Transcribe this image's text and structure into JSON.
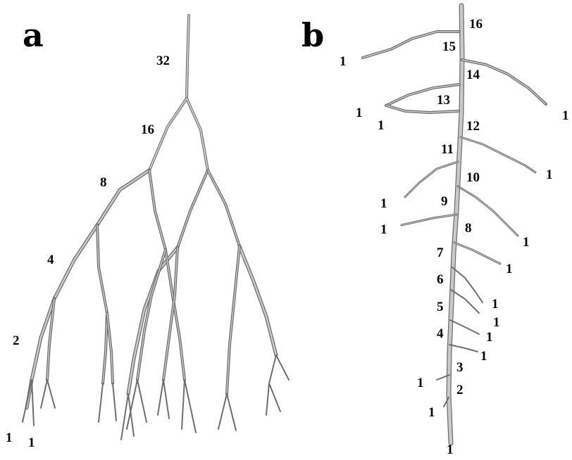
{
  "panels": {
    "a": {
      "label": "a",
      "orders": [
        "32",
        "16",
        "8",
        "4",
        "2",
        "1",
        "1"
      ]
    },
    "b": {
      "label": "b",
      "main_axis": [
        "16",
        "15",
        "14",
        "13",
        "12",
        "11",
        "10",
        "9",
        "8",
        "7",
        "6",
        "5",
        "4",
        "3",
        "2",
        "1"
      ],
      "lateral_tips": [
        "1",
        "1",
        "1",
        "1",
        "1",
        "1",
        "1",
        "1",
        "1",
        "1",
        "1",
        "1",
        "1",
        "1",
        "1"
      ]
    }
  }
}
